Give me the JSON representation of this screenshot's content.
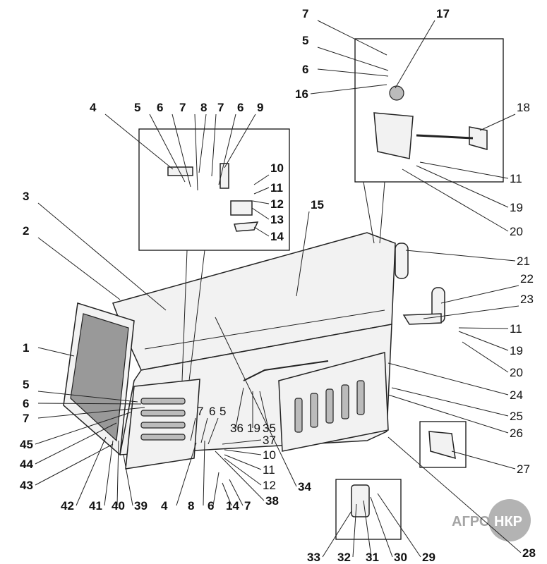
{
  "diagram": {
    "labels": [
      "7",
      "17",
      "5",
      "6",
      "16",
      "18",
      "11",
      "19",
      "20",
      "21",
      "22",
      "23",
      "11",
      "19",
      "20",
      "24",
      "25",
      "26",
      "27",
      "28",
      "29",
      "30",
      "31",
      "32",
      "33",
      "4",
      "5",
      "6",
      "7",
      "8",
      "7",
      "6",
      "9",
      "10",
      "11",
      "12",
      "13",
      "14",
      "15",
      "3",
      "2",
      "1",
      "5",
      "6",
      "7",
      "45",
      "44",
      "43",
      "42",
      "41",
      "40",
      "39",
      "4",
      "8",
      "6",
      "14",
      "7",
      "38",
      "12",
      "11",
      "10",
      "37",
      "36",
      "19",
      "35",
      "7",
      "6",
      "5",
      "34"
    ],
    "watermark": "АГРО НКР"
  }
}
